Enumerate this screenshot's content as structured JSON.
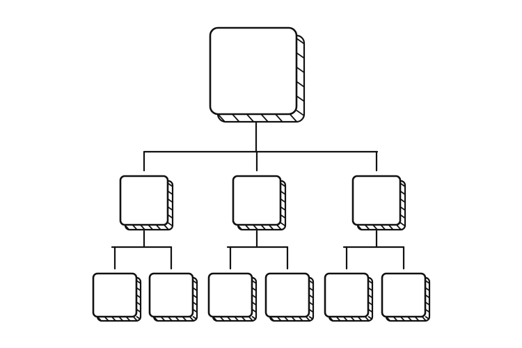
{
  "diagram": {
    "type": "hierarchy-tree",
    "style": "hand-drawn sketch, rounded squares with hatched 3D shadow",
    "colors": {
      "stroke": "#111111",
      "fill": "#ffffff",
      "background": "#ffffff"
    },
    "root": {
      "id": "root",
      "children": [
        {
          "id": "child-1",
          "children": [
            {
              "id": "leaf-1-1"
            },
            {
              "id": "leaf-1-2"
            }
          ]
        },
        {
          "id": "child-2",
          "children": [
            {
              "id": "leaf-2-1"
            },
            {
              "id": "leaf-2-2"
            }
          ]
        },
        {
          "id": "child-3",
          "children": [
            {
              "id": "leaf-3-1"
            },
            {
              "id": "leaf-3-2"
            }
          ]
        }
      ]
    }
  }
}
